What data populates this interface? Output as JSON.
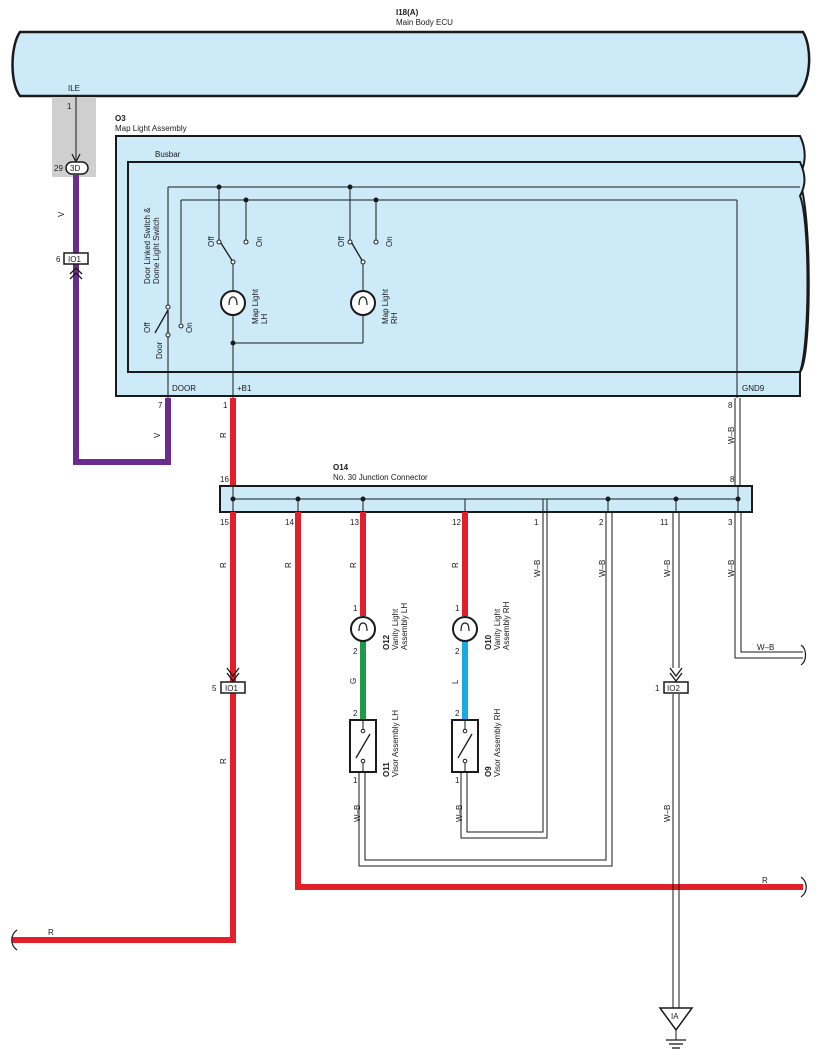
{
  "ecu": {
    "id": "I18(A)",
    "name": "Main Body ECU",
    "terminal_name": "ILE",
    "pin": "1"
  },
  "map_light_assembly": {
    "id": "O3",
    "name": "Map Light Assembly",
    "busbar_label": "Busbar",
    "switch_label_line1": "Door Linked Switch &",
    "switch_label_line2": "Dome Light Switch",
    "switch_off": "Off",
    "switch_on": "On",
    "switch_door": "Door",
    "lh_label_line1": "Map Light",
    "lh_label_line2": "LH",
    "rh_label_line1": "Map Light",
    "rh_label_line2": "RH",
    "terminals": {
      "door": "DOOR",
      "b1": "+B1",
      "gnd": "GND9"
    },
    "pins": {
      "door": "7",
      "b1": "1",
      "gnd": "8"
    }
  },
  "connector_3d": {
    "label": "3D",
    "pin": "29"
  },
  "connector_io1_top": {
    "label": "IO1",
    "pin": "6"
  },
  "junction_connector": {
    "id": "O14",
    "name": "No.  30 Junction Connector",
    "top_pins": {
      "left": "16",
      "right": "8"
    },
    "bottom_pins": [
      "15",
      "14",
      "13",
      "12",
      "1",
      "2",
      "11",
      "3"
    ]
  },
  "vanity_lh": {
    "id": "O12",
    "name_line1": "Vanity Light",
    "name_line2": "Assembly LH",
    "pin_top": "1",
    "pin_bottom": "2"
  },
  "vanity_rh": {
    "id": "O10",
    "name_line1": "Vanity Light",
    "name_line2": "Assembly RH",
    "pin_top": "1",
    "pin_bottom": "2"
  },
  "visor_lh": {
    "id": "O11",
    "name": "Visor Assembly LH",
    "pin_top": "2",
    "pin_bottom": "1"
  },
  "visor_rh": {
    "id": "O9",
    "name": "Visor Assembly RH",
    "pin_top": "2",
    "pin_bottom": "1"
  },
  "connector_io1_bottom": {
    "label": "IO1",
    "pin": "5"
  },
  "connector_io2": {
    "label": "IO2",
    "pin": "1"
  },
  "ground": {
    "label": "IA"
  },
  "wire_colors": {
    "v": "V",
    "r": "R",
    "g": "G",
    "l": "L",
    "wb": "W–B"
  },
  "colors": {
    "violet": "#6b2c91",
    "red": "#e3202a",
    "green": "#1e9a4a",
    "blue": "#1aa9e0",
    "housing": "#cdeaf9",
    "grey": "#cfcfcf"
  }
}
